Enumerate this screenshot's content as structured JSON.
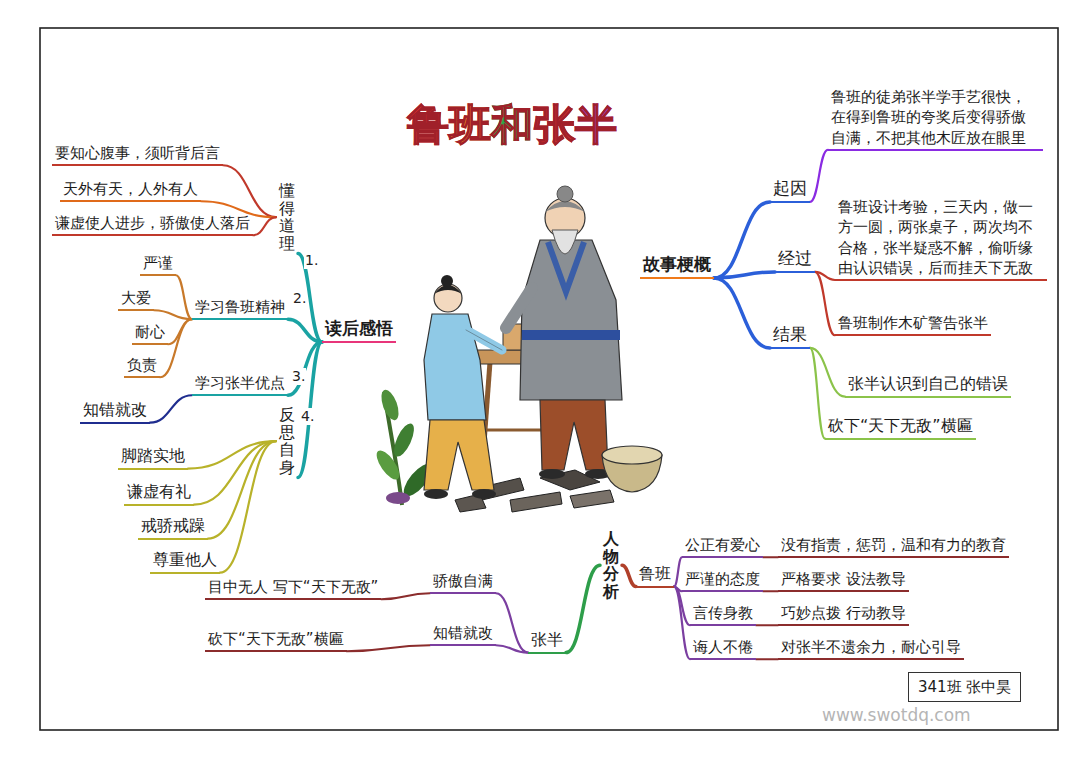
{
  "diagram": {
    "title": "鲁班和张半",
    "nodes": [
      {
        "text": [
          "故事梗概"
        ]
      },
      {
        "text": [
          "起因"
        ]
      },
      {
        "text": [
          "鲁班的徒弟张半学手艺很快，在得到鲁班的夸奖后变得骄傲自满，不把其他木匠放在眼里"
        ]
      },
      {
        "text": [
          "经过"
        ]
      },
      {
        "text": [
          "鲁班设计考验，三天内，做一方一圆，两张桌子，两次均不合格，张半疑惑不解，偷听缘由认识错误，后而挂天下无敌"
        ]
      },
      {
        "text": [
          "鲁班制作木矿警告张半"
        ]
      },
      {
        "text": [
          "结果"
        ]
      },
      {
        "text": [
          "张半认识到自己的错误"
        ]
      },
      {
        "text": [
          "砍下“天下无敌”横匾"
        ]
      },
      {
        "text": [
          "读后感悟"
        ]
      },
      {
        "text": [
          "懂得道理"
        ]
      },
      {
        "text": [
          "要知心腹事，须听背后言"
        ]
      },
      {
        "text": [
          "天外有天，人外有人"
        ]
      },
      {
        "text": [
          "谦虚使人进步，骄傲使人落后"
        ]
      },
      {
        "text": [
          "学习鲁班精神"
        ]
      },
      {
        "text": [
          "严谨"
        ]
      },
      {
        "text": [
          "大爱"
        ]
      },
      {
        "text": [
          "耐心"
        ]
      },
      {
        "text": [
          "负责"
        ]
      },
      {
        "text": [
          "学习张半优点"
        ]
      },
      {
        "text": [
          "知错就改"
        ]
      },
      {
        "text": [
          "反思自身"
        ]
      },
      {
        "text": [
          "脚踏实地"
        ]
      },
      {
        "text": [
          "谦虚有礼"
        ]
      },
      {
        "text": [
          "戒骄戒躁"
        ]
      },
      {
        "text": [
          "尊重他人"
        ]
      },
      {
        "text": [
          "人物分析"
        ]
      },
      {
        "text": [
          "鲁班"
        ]
      },
      {
        "text": [
          "公正有爱心"
        ]
      },
      {
        "text": [
          "没有指责，惩罚，温和有力的教育"
        ]
      },
      {
        "text": [
          "严谨的态度"
        ]
      },
      {
        "text": [
          "严格要求 设法教导"
        ]
      },
      {
        "text": [
          "言传身教"
        ]
      },
      {
        "text": [
          "巧妙点拨 行动教导"
        ]
      },
      {
        "text": [
          "诲人不倦"
        ]
      },
      {
        "text": [
          "对张半不遗余力，耐心引导"
        ]
      },
      {
        "text": [
          "张半"
        ]
      },
      {
        "text": [
          "骄傲自满"
        ]
      },
      {
        "text": [
          "目中无人 写下“天下无敌”"
        ]
      },
      {
        "text": [
          "知错就改"
        ]
      },
      {
        "text": [
          "砍下“天下无敌”横匾"
        ]
      },
      {
        "text": [
          "341班 张中昊"
        ]
      }
    ],
    "edges": [
      {
        "from": 0,
        "to": 1,
        "arrow": "none"
      },
      {
        "from": 1,
        "to": 2,
        "arrow": "none"
      },
      {
        "from": 0,
        "to": 3,
        "arrow": "none"
      },
      {
        "from": 3,
        "to": 4,
        "arrow": "none"
      },
      {
        "from": 3,
        "to": 5,
        "arrow": "none"
      },
      {
        "from": 0,
        "to": 6,
        "arrow": "none"
      },
      {
        "from": 6,
        "to": 7,
        "arrow": "none"
      },
      {
        "from": 6,
        "to": 8,
        "arrow": "none"
      },
      {
        "from": 9,
        "to": 10,
        "arrow": "none"
      },
      {
        "from": 10,
        "to": 11,
        "arrow": "none"
      },
      {
        "from": 10,
        "to": 12,
        "arrow": "none"
      },
      {
        "from": 10,
        "to": 13,
        "arrow": "none"
      },
      {
        "from": 9,
        "to": 14,
        "arrow": "none"
      },
      {
        "from": 14,
        "to": 15,
        "arrow": "none"
      },
      {
        "from": 14,
        "to": 16,
        "arrow": "none"
      },
      {
        "from": 14,
        "to": 17,
        "arrow": "none"
      },
      {
        "from": 14,
        "to": 18,
        "arrow": "none"
      },
      {
        "from": 9,
        "to": 19,
        "arrow": "none"
      },
      {
        "from": 19,
        "to": 20,
        "arrow": "none"
      },
      {
        "from": 9,
        "to": 21,
        "arrow": "none"
      },
      {
        "from": 21,
        "to": 22,
        "arrow": "none"
      },
      {
        "from": 21,
        "to": 23,
        "arrow": "none"
      },
      {
        "from": 21,
        "to": 24,
        "arrow": "none"
      },
      {
        "from": 21,
        "to": 25,
        "arrow": "none"
      },
      {
        "from": 26,
        "to": 27,
        "arrow": "none"
      },
      {
        "from": 27,
        "to": 28,
        "arrow": "none"
      },
      {
        "from": 28,
        "to": 29,
        "arrow": "none"
      },
      {
        "from": 27,
        "to": 30,
        "arrow": "none"
      },
      {
        "from": 30,
        "to": 31,
        "arrow": "none"
      },
      {
        "from": 27,
        "to": 32,
        "arrow": "none"
      },
      {
        "from": 32,
        "to": 33,
        "arrow": "none"
      },
      {
        "from": 27,
        "to": 34,
        "arrow": "none"
      },
      {
        "from": 34,
        "to": 35,
        "arrow": "none"
      },
      {
        "from": 26,
        "to": 36,
        "arrow": "none"
      },
      {
        "from": 36,
        "to": 37,
        "arrow": "none"
      },
      {
        "from": 37,
        "to": 38,
        "arrow": "none"
      },
      {
        "from": 36,
        "to": 39,
        "arrow": "none"
      },
      {
        "from": 39,
        "to": 40,
        "arrow": "none"
      }
    ],
    "labels": [
      "1.",
      "2.",
      "3.",
      "4.",
      "www.swotdq.com"
    ]
  }
}
